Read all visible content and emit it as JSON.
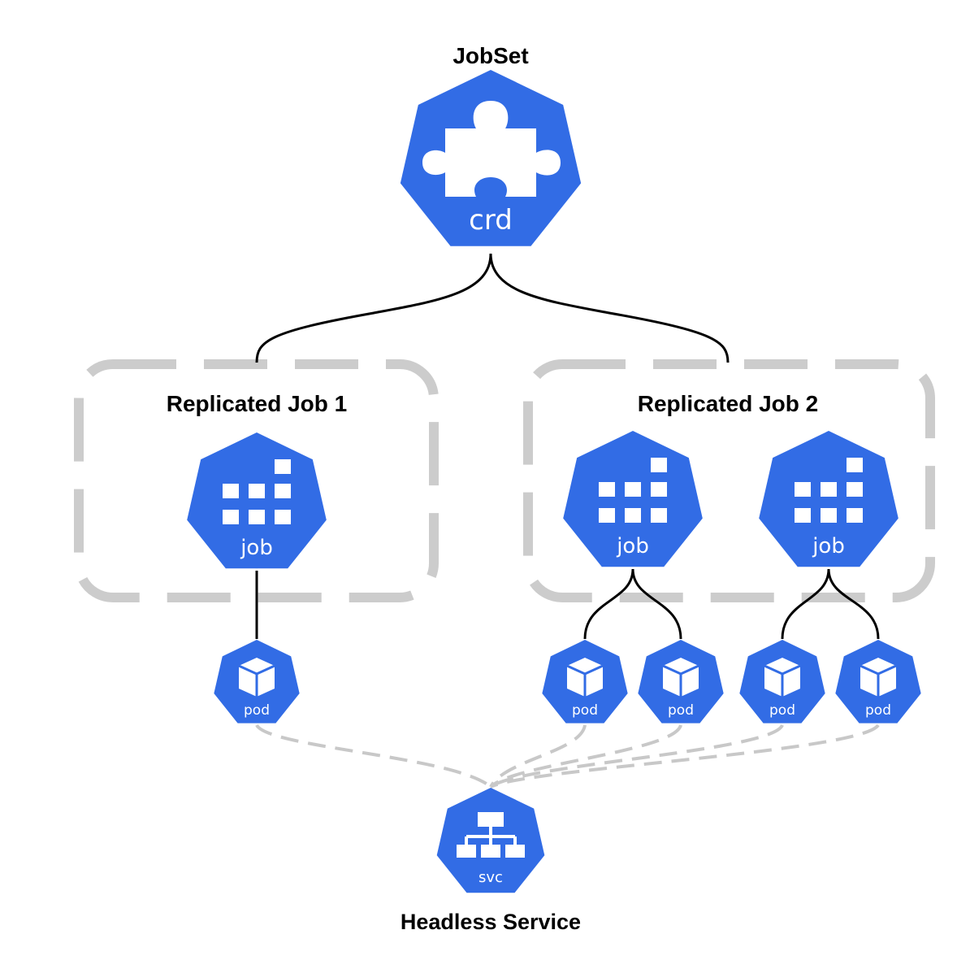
{
  "jobset": {
    "title": "JobSet",
    "icon_label": "crd",
    "icon": "puzzle-icon"
  },
  "replicated_jobs": [
    {
      "title": "Replicated Job 1",
      "jobs": [
        {
          "label": "job"
        }
      ]
    },
    {
      "title": "Replicated Job 2",
      "jobs": [
        {
          "label": "job"
        },
        {
          "label": "job"
        }
      ]
    }
  ],
  "pods": [
    {
      "label": "pod"
    },
    {
      "label": "pod"
    },
    {
      "label": "pod"
    },
    {
      "label": "pod"
    },
    {
      "label": "pod"
    }
  ],
  "service": {
    "title": "Headless Service",
    "icon_label": "svc",
    "icon": "hierarchy-icon"
  },
  "colors": {
    "k8s_blue": "#326ce5",
    "dashed_gray": "#cccccc",
    "line": "#000000"
  }
}
